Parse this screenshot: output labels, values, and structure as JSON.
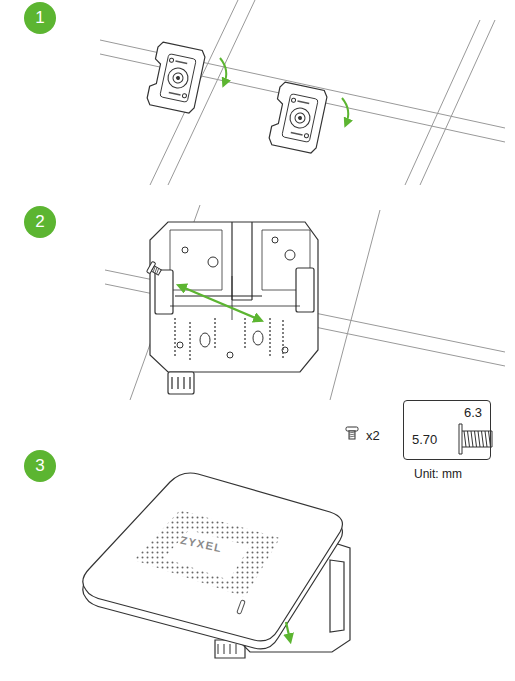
{
  "diagram": {
    "nodes": [
      {
        "text": [
          "1"
        ]
      },
      {
        "text": [
          "2"
        ]
      },
      {
        "text": [
          "6.3",
          "5.70"
        ]
      },
      {
        "text": [
          "3"
        ]
      }
    ],
    "labels": [
      "x2",
      "Unit: mm",
      "ZYXEL"
    ]
  }
}
